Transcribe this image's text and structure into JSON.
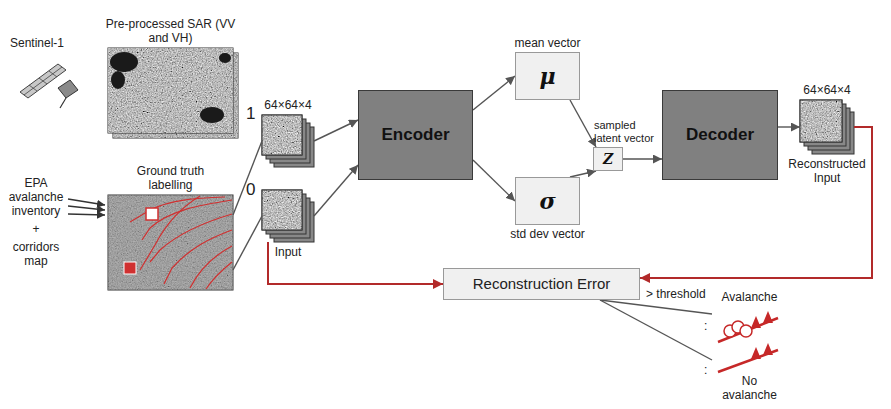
{
  "diagram": {
    "nodes": [
      {
        "text": [
          "Pre-processed SAR (VV and VH)"
        ]
      },
      {
        "text": [
          "Ground truth labelling"
        ]
      },
      {
        "text": [
          "64×64×4"
        ]
      },
      {
        "text": [
          "Input"
        ]
      },
      {
        "text": [
          "Encoder"
        ]
      },
      {
        "text": [
          "mean vector",
          "μ"
        ]
      },
      {
        "text": [
          "σ",
          "std dev vector"
        ]
      },
      {
        "text": [
          "sampled latent vector",
          "Z"
        ]
      },
      {
        "text": [
          "Decoder"
        ]
      },
      {
        "text": [
          "64×64×4",
          "Reconstructed Input"
        ]
      },
      {
        "text": [
          "Reconstruction Error"
        ]
      },
      {
        "text": [
          "Avalanche"
        ]
      },
      {
        "text": [
          "No avalanche"
        ]
      }
    ],
    "edges": [
      {
        "from": 1,
        "to": 2,
        "arrow": "none"
      },
      {
        "from": 1,
        "to": 3,
        "arrow": "none"
      },
      {
        "from": 2,
        "to": 4,
        "arrow": "to"
      },
      {
        "from": 3,
        "to": 4,
        "arrow": "to"
      },
      {
        "from": 4,
        "to": 5,
        "arrow": "to"
      },
      {
        "from": 4,
        "to": 6,
        "arrow": "to"
      },
      {
        "from": 5,
        "to": 7,
        "arrow": "to"
      },
      {
        "from": 6,
        "to": 7,
        "arrow": "to"
      },
      {
        "from": 7,
        "to": 8,
        "arrow": "to"
      },
      {
        "from": 8,
        "to": 9,
        "arrow": "to"
      },
      {
        "from": 3,
        "to": 10,
        "arrow": "to"
      },
      {
        "from": 9,
        "to": 10,
        "arrow": "to"
      },
      {
        "from": 10,
        "to": 11,
        "label": "> threshold",
        "arrow": "none"
      },
      {
        "from": 10,
        "to": 12,
        "arrow": "none"
      }
    ],
    "labels": [
      "Sentinel-1",
      "EPA avalanche inventory",
      "+",
      "corridors map",
      "1",
      "0",
      ":",
      ":"
    ]
  }
}
